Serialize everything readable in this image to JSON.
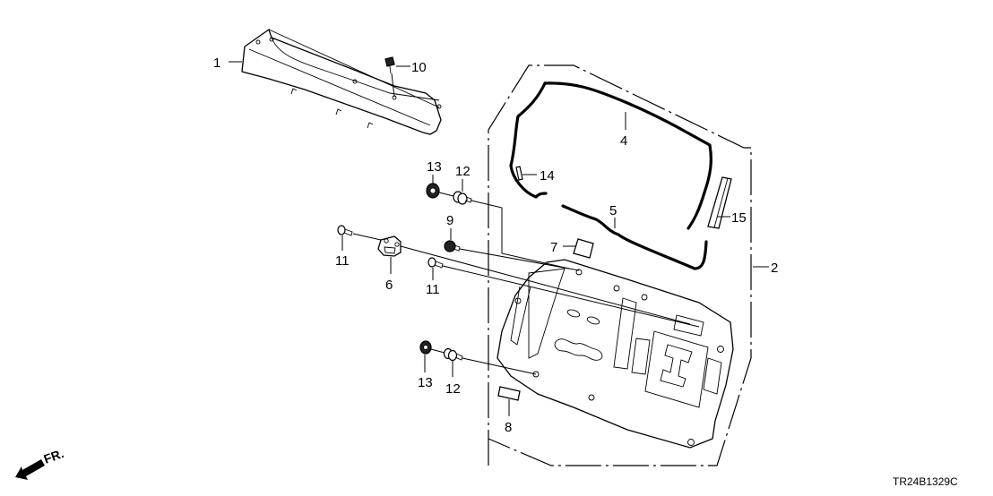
{
  "diagram": {
    "title": "Parts exploded view",
    "diagram_code": "TR24B1329C",
    "orientation": {
      "label": "FR.",
      "icon": "front-direction-arrow-icon"
    },
    "callouts": [
      {
        "number": "1"
      },
      {
        "number": "2"
      },
      {
        "number": "4"
      },
      {
        "number": "5"
      },
      {
        "number": "6"
      },
      {
        "number": "7"
      },
      {
        "number": "8"
      },
      {
        "number": "9"
      },
      {
        "number": "10"
      },
      {
        "number": "11"
      },
      {
        "number": "11"
      },
      {
        "number": "12"
      },
      {
        "number": "12"
      },
      {
        "number": "13"
      },
      {
        "number": "13"
      },
      {
        "number": "14"
      },
      {
        "number": "15"
      }
    ]
  }
}
